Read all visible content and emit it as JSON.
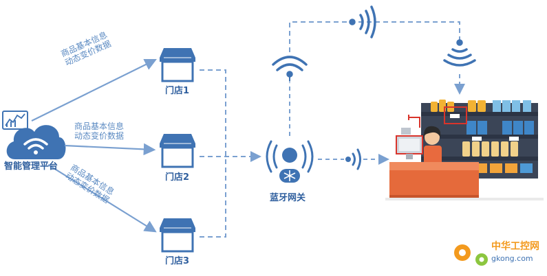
{
  "platform": {
    "label": "智能管理平台"
  },
  "edge_label": {
    "line1": "商品基本信息",
    "line2": "动态变价数据"
  },
  "stores": [
    {
      "label": "门店1"
    },
    {
      "label": "门店2"
    },
    {
      "label": "门店3"
    }
  ],
  "gateway": {
    "label": "蓝牙网关"
  },
  "watermark": {
    "cn": "中华工控网",
    "domain": "gkong.com"
  },
  "colors": {
    "primary": "#3f73b3",
    "line": "#7aa0d0",
    "counter": "#e86a3e",
    "shelf": "#4a5668",
    "accent_red": "#d9342b",
    "watermark_orange": "#f39a1e"
  }
}
